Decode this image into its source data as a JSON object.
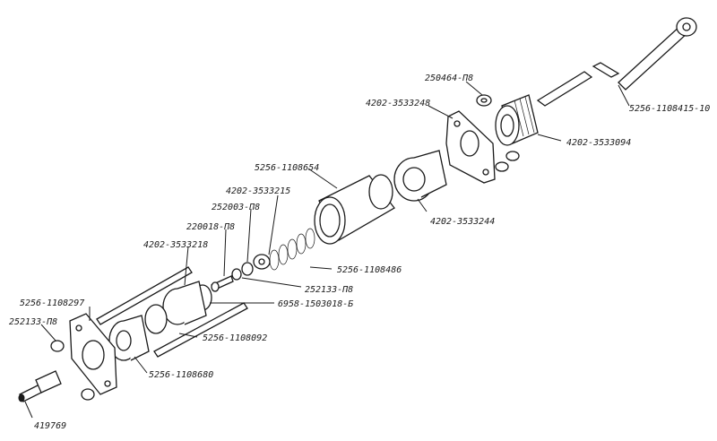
{
  "labels": {
    "p250464": "250464-П8",
    "p4202_3533248": "4202-3533248",
    "p5256_1108415": "5256-1108415-10",
    "p4202_3533094": "4202-3533094",
    "p5256_1108654": "5256-1108654",
    "p4202_3533215": "4202-3533215",
    "p252003": "252003-П8",
    "p220018": "220018-П8",
    "p4202_3533218": "4202-3533218",
    "p4202_3533244": "4202-3533244",
    "p5256_1108486": "5256-1108486",
    "p252133_top": "252133-П8",
    "p6958": "6958-1503018-Б",
    "p5256_1108297": "5256-1108297",
    "p252133_left": "252133-П8",
    "p5256_1108092": "5256-1108092",
    "p5256_1108680": "5256-1108680",
    "p419769": "419769"
  }
}
